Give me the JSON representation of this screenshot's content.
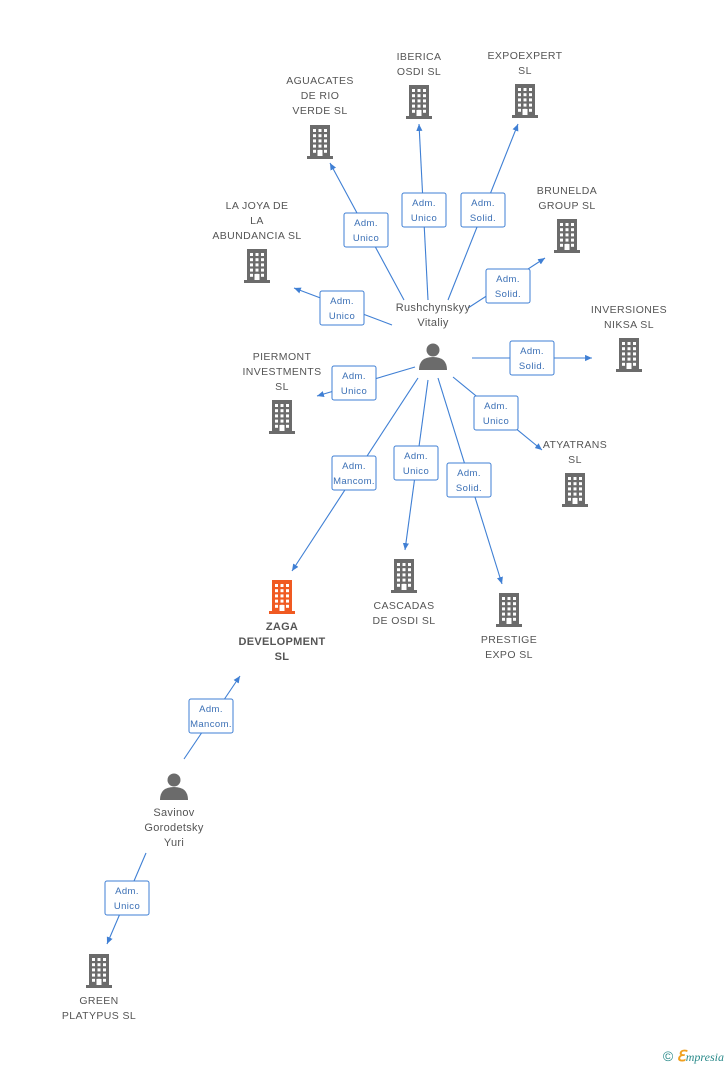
{
  "colors": {
    "company": "#6b6b6b",
    "focus_company": "#f05a22",
    "person": "#6b6b6b",
    "edge": "#3f7fd4",
    "edge_text": "#3a6fb5"
  },
  "persons": [
    {
      "id": "rushchynskyy",
      "lines": [
        "Rushchynskyy",
        "Vitaliy"
      ]
    },
    {
      "id": "savinov",
      "lines": [
        "Savinov",
        "Gorodetsky",
        "Yuri"
      ]
    }
  ],
  "companies": [
    {
      "id": "aguacates",
      "lines": [
        "AGUACATES",
        "DE RIO",
        "VERDE SL"
      ]
    },
    {
      "id": "iberica",
      "lines": [
        "IBERICA",
        "OSDI SL"
      ]
    },
    {
      "id": "expoexpert",
      "lines": [
        "EXPOEXPERT",
        "SL"
      ]
    },
    {
      "id": "brunelda",
      "lines": [
        "BRUNELDA",
        "GROUP SL"
      ]
    },
    {
      "id": "lajoya",
      "lines": [
        "LA JOYA DE",
        "LA",
        "ABUNDANCIA SL"
      ]
    },
    {
      "id": "inversiones",
      "lines": [
        "INVERSIONES",
        "NIKSA SL"
      ]
    },
    {
      "id": "piermont",
      "lines": [
        "PIERMONT",
        "INVESTMENTS",
        "SL"
      ]
    },
    {
      "id": "atyatrans",
      "lines": [
        "ATYATRANS",
        "SL"
      ]
    },
    {
      "id": "cascadas",
      "lines": [
        "CASCADAS",
        "DE OSDI SL"
      ]
    },
    {
      "id": "prestige",
      "lines": [
        "PRESTIGE",
        "EXPO SL"
      ]
    },
    {
      "id": "zaga",
      "lines": [
        "ZAGA",
        "DEVELOPMENT",
        "SL"
      ],
      "focus": true
    },
    {
      "id": "green",
      "lines": [
        "GREEN",
        "PLATYPUS SL"
      ]
    }
  ],
  "edges": [
    {
      "from": "rushchynskyy",
      "to": "aguacates",
      "lines": [
        "Adm.",
        "Unico"
      ]
    },
    {
      "from": "rushchynskyy",
      "to": "iberica",
      "lines": [
        "Adm.",
        "Unico"
      ]
    },
    {
      "from": "rushchynskyy",
      "to": "expoexpert",
      "lines": [
        "Adm.",
        "Solid."
      ]
    },
    {
      "from": "rushchynskyy",
      "to": "brunelda",
      "lines": [
        "Adm.",
        "Solid."
      ]
    },
    {
      "from": "rushchynskyy",
      "to": "lajoya",
      "lines": [
        "Adm.",
        "Unico"
      ]
    },
    {
      "from": "rushchynskyy",
      "to": "inversiones",
      "lines": [
        "Adm.",
        "Solid."
      ]
    },
    {
      "from": "rushchynskyy",
      "to": "piermont",
      "lines": [
        "Adm.",
        "Unico"
      ]
    },
    {
      "from": "rushchynskyy",
      "to": "atyatrans",
      "lines": [
        "Adm.",
        "Unico"
      ]
    },
    {
      "from": "rushchynskyy",
      "to": "zaga",
      "lines": [
        "Adm.",
        "Mancom."
      ]
    },
    {
      "from": "rushchynskyy",
      "to": "cascadas",
      "lines": [
        "Adm.",
        "Unico"
      ]
    },
    {
      "from": "rushchynskyy",
      "to": "prestige",
      "lines": [
        "Adm.",
        "Solid."
      ]
    },
    {
      "from": "savinov",
      "to": "zaga",
      "lines": [
        "Adm.",
        "Mancom."
      ]
    },
    {
      "from": "savinov",
      "to": "green",
      "lines": [
        "Adm.",
        "Unico"
      ]
    }
  ],
  "brand": {
    "copyright": "©",
    "e": "ℇ",
    "rest": "mpresia"
  }
}
